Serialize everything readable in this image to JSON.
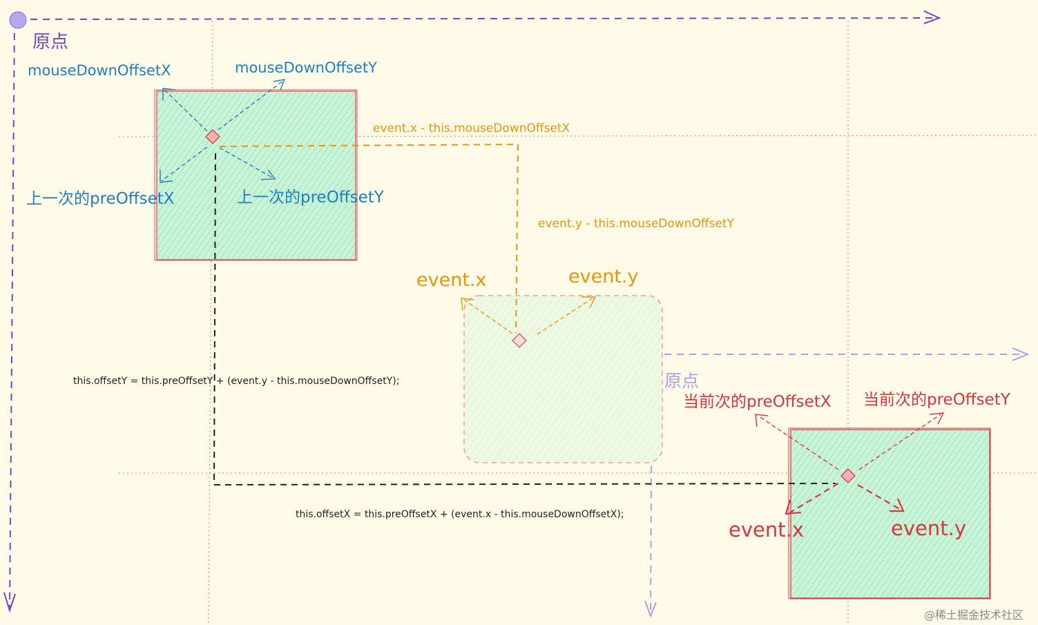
{
  "origin": {
    "main_label": "原点",
    "moved_label": "原点"
  },
  "start_box": {
    "mouse_down_x": "mouseDownOffsetX",
    "mouse_down_y": "mouseDownOffsetY",
    "prev_x": "上一次的preOffsetX",
    "prev_y": "上一次的preOffsetY"
  },
  "delta": {
    "x_expr": "event.x - this.mouseDownOffsetX",
    "y_expr": "event.y - this.mouseDownOffsetY"
  },
  "moving_box": {
    "event_x": "event.x",
    "event_y": "event.y"
  },
  "end_box": {
    "curr_x": "当前次的preOffsetX",
    "curr_y": "当前次的preOffsetY",
    "event_x": "event.x",
    "event_y": "event.y"
  },
  "formulas": {
    "offset_y": "this.offsetY = this.preOffsetY + (event.y - this.mouseDownOffsetY);",
    "offset_x": "this.offsetX = this.preOffsetX + (event.x - this.mouseDownOffsetX);"
  },
  "watermark": "@稀土掘金技术社区",
  "colors": {
    "background": "#fffbe8",
    "blue": "#1e7ec0",
    "orange": "#e8950e",
    "red": "#d9363e",
    "purple": "#6e46c8",
    "lilac": "#b49ce0",
    "box_fill": "#b8f0cc",
    "guide_red": "#e07878"
  }
}
